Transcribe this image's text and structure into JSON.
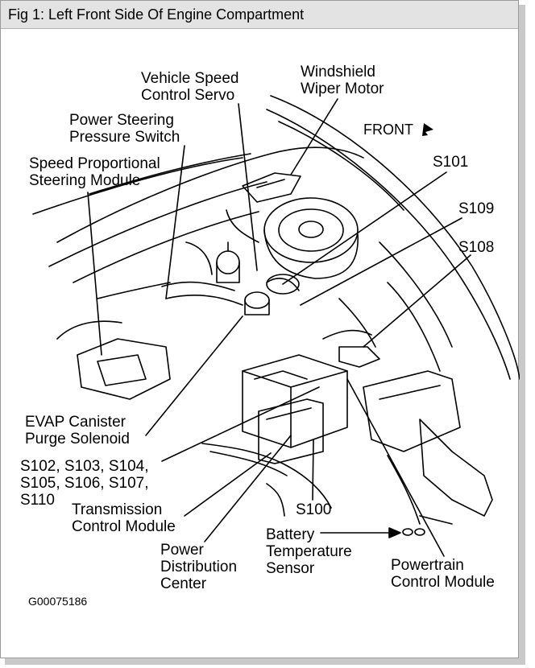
{
  "figure": {
    "title": "Fig 1: Left Front Side Of Engine Compartment",
    "code": "G00075186"
  },
  "labels": {
    "vehicle_speed_control_servo": "Vehicle Speed\nControl Servo",
    "windshield_wiper_motor": "Windshield\nWiper Motor",
    "power_steering_pressure_switch": "Power Steering\nPressure Switch",
    "front": "FRONT",
    "speed_proportional_steering_module": "Speed Proportional\nSteering Module",
    "s101": "S101",
    "s109": "S109",
    "s108": "S108",
    "evap_canister_purge_solenoid": "EVAP Canister\nPurge Solenoid",
    "splice_group": "S102, S103, S104,\nS105, S106, S107,\nS110",
    "transmission_control_module": "Transmission\nControl Module",
    "s100": "S100",
    "battery_temperature_sensor": "Battery\nTemperature\nSensor",
    "power_distribution_center": "Power\nDistribution\nCenter",
    "powertrain_control_module": "Powertrain\nControl Module"
  },
  "colors": {
    "ink": "#000000",
    "title_bar": "#e3e3e3",
    "frame": "#9a9a9a"
  },
  "icons": {
    "front_arrow": "arrow-icon"
  }
}
